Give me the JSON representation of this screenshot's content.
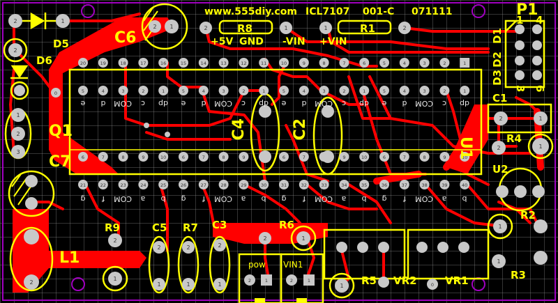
{
  "header": {
    "site": "www.555diy.com",
    "chip": "ICL7107",
    "rev": "001-C",
    "date": "071111"
  },
  "power_labels": {
    "plus5v": "+5V",
    "gnd": "GND",
    "minus_vin": "-VIN",
    "plus_vin": "+VIN"
  },
  "components": {
    "C6": "C6",
    "R8": "R8",
    "R1": "R1",
    "P1": "P1",
    "D5": "D5",
    "D6": "D6",
    "Q1": "Q1",
    "C7": "C7",
    "L1": "L1",
    "C4": "C4",
    "C2": "C2",
    "U1": "U1",
    "C1": "C1",
    "R4": "R4",
    "U2": "U2",
    "R2": "R2",
    "R3": "R3",
    "R9": "R9",
    "C5": "C5",
    "R7": "R7",
    "C3": "C3",
    "R6": "R6",
    "R5": "R5",
    "VR2": "VR2",
    "VR1": "VR1",
    "pow": "pow",
    "VIN1": "VIN1"
  },
  "connector_p1": {
    "d1": "D1",
    "d2": "D2",
    "d3": "D3",
    "n1": "1",
    "n3": "3",
    "n4": "4",
    "n6": "6"
  },
  "ic_pins": {
    "top_numbers": [
      "20",
      "19",
      "18",
      "17",
      "16",
      "15",
      "14",
      "13",
      "12",
      "11",
      "10",
      "9",
      "8",
      "7",
      "6",
      "5",
      "4",
      "3",
      "2",
      "1"
    ],
    "bottom_numbers": [
      "21",
      "22",
      "23",
      "24",
      "25",
      "26",
      "27",
      "28",
      "29",
      "30",
      "31",
      "32",
      "33",
      "34",
      "35",
      "36",
      "37",
      "38",
      "39",
      "40"
    ]
  },
  "segments": {
    "upper_row": [
      "e",
      "d",
      "COM",
      "c",
      "dp",
      "e",
      "d",
      "COM",
      "c",
      "dp",
      "e",
      "d",
      "COM",
      "c",
      "dp",
      "e",
      "d",
      "COM",
      "c",
      "dp"
    ],
    "lower_row": [
      "g",
      "f",
      "COM",
      "a",
      "b",
      "g",
      "f",
      "COM",
      "a",
      "b",
      "g",
      "f",
      "COM",
      "a",
      "b",
      "g",
      "f",
      "COM",
      "a",
      "b"
    ],
    "upper_row_numbers": [
      "5",
      "4",
      "3",
      "2",
      "1",
      "5",
      "4",
      "3",
      "2",
      "1",
      "5",
      "4",
      "3",
      "2",
      "1",
      "5",
      "4",
      "3",
      "2",
      "1"
    ],
    "lower_row_numbers": [
      "6",
      "7",
      "8",
      "9",
      "10",
      "6",
      "7",
      "8",
      "9",
      "10",
      "6",
      "7",
      "8",
      "9",
      "10",
      "6",
      "7",
      "8",
      "9",
      "10"
    ]
  },
  "colors": {
    "board": "#000000",
    "copper": "#ff0000",
    "silkscreen": "#ffff00",
    "pad": "#c8c8c8",
    "outline": "#a000c0"
  }
}
